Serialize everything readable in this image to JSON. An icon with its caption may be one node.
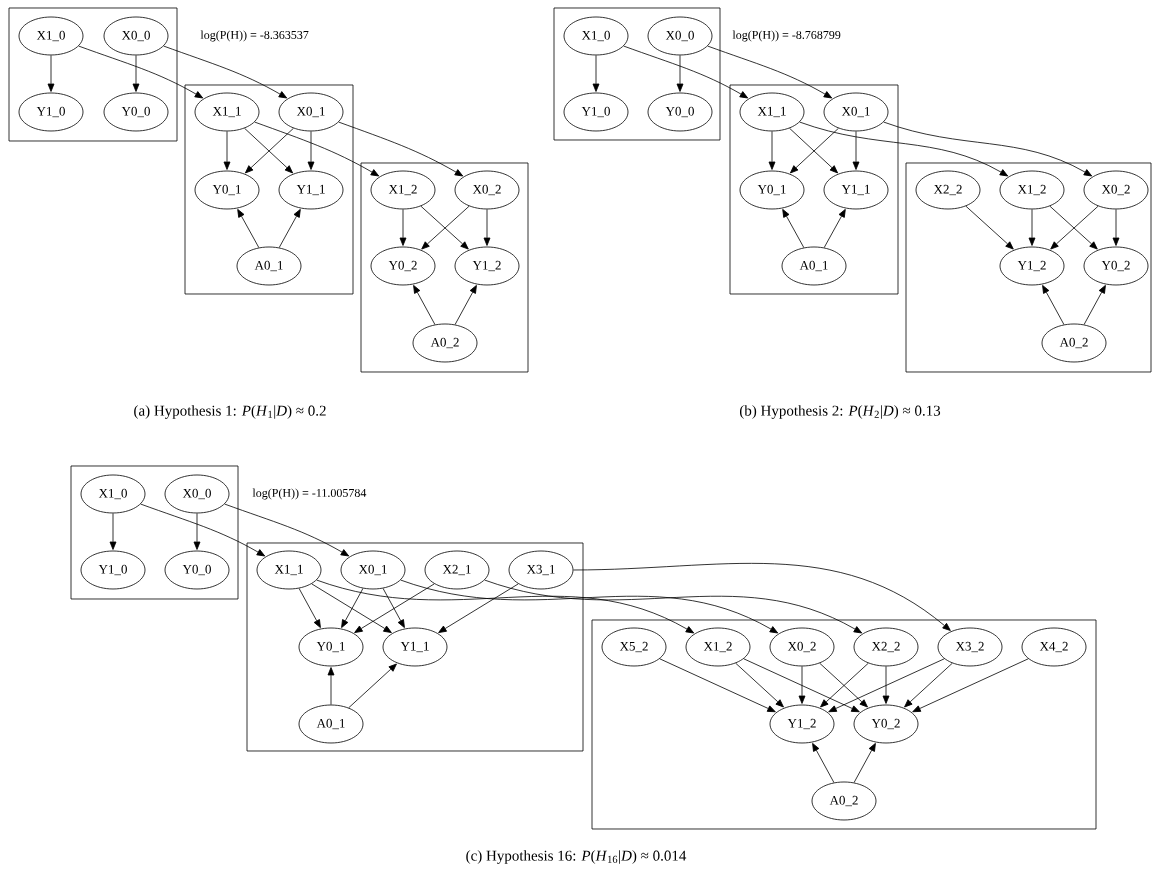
{
  "diagram": {
    "nodes": [
      {
        "text": [],
        "shape": "box"
      },
      {
        "text": [
          "X1_0"
        ],
        "in": 0
      },
      {
        "text": [
          "X0_0"
        ],
        "in": 0
      },
      {
        "text": [
          "Y1_0"
        ],
        "in": 0
      },
      {
        "text": [
          "Y0_0"
        ],
        "in": 0
      },
      {
        "text": [],
        "shape": "box"
      },
      {
        "text": [
          "X1_1"
        ],
        "in": 5
      },
      {
        "text": [
          "X0_1"
        ],
        "in": 5
      },
      {
        "text": [
          "Y0_1"
        ],
        "in": 5
      },
      {
        "text": [
          "Y1_1"
        ],
        "in": 5
      },
      {
        "text": [
          "A0_1"
        ],
        "in": 5
      },
      {
        "text": [],
        "shape": "box"
      },
      {
        "text": [
          "X1_2"
        ],
        "in": 11
      },
      {
        "text": [
          "X0_2"
        ],
        "in": 11
      },
      {
        "text": [
          "Y0_2"
        ],
        "in": 11
      },
      {
        "text": [
          "Y1_2"
        ],
        "in": 11
      },
      {
        "text": [
          "A0_2"
        ],
        "in": 11
      },
      {
        "text": [],
        "shape": "box"
      },
      {
        "text": [
          "X1_0"
        ],
        "in": 17
      },
      {
        "text": [
          "X0_0"
        ],
        "in": 17
      },
      {
        "text": [
          "Y1_0"
        ],
        "in": 17
      },
      {
        "text": [
          "Y0_0"
        ],
        "in": 17
      },
      {
        "text": [],
        "shape": "box"
      },
      {
        "text": [
          "X1_1"
        ],
        "in": 22
      },
      {
        "text": [
          "X0_1"
        ],
        "in": 22
      },
      {
        "text": [
          "Y0_1"
        ],
        "in": 22
      },
      {
        "text": [
          "Y1_1"
        ],
        "in": 22
      },
      {
        "text": [
          "A0_1"
        ],
        "in": 22
      },
      {
        "text": [],
        "shape": "box"
      },
      {
        "text": [
          "X2_2"
        ],
        "in": 28
      },
      {
        "text": [
          "X1_2"
        ],
        "in": 28
      },
      {
        "text": [
          "X0_2"
        ],
        "in": 28
      },
      {
        "text": [
          "Y1_2"
        ],
        "in": 28
      },
      {
        "text": [
          "Y0_2"
        ],
        "in": 28
      },
      {
        "text": [
          "A0_2"
        ],
        "in": 28
      },
      {
        "text": [],
        "shape": "box"
      },
      {
        "text": [
          "X1_0"
        ],
        "in": 35
      },
      {
        "text": [
          "X0_0"
        ],
        "in": 35
      },
      {
        "text": [
          "Y1_0"
        ],
        "in": 35
      },
      {
        "text": [
          "Y0_0"
        ],
        "in": 35
      },
      {
        "text": [],
        "shape": "box"
      },
      {
        "text": [
          "X1_1"
        ],
        "in": 40
      },
      {
        "text": [
          "X0_1"
        ],
        "in": 40
      },
      {
        "text": [
          "X2_1"
        ],
        "in": 40
      },
      {
        "text": [
          "X3_1"
        ],
        "in": 40
      },
      {
        "text": [
          "Y0_1"
        ],
        "in": 40
      },
      {
        "text": [
          "Y1_1"
        ],
        "in": 40
      },
      {
        "text": [
          "A0_1"
        ],
        "in": 40
      },
      {
        "text": [],
        "shape": "box"
      },
      {
        "text": [
          "X5_2"
        ],
        "in": 48
      },
      {
        "text": [
          "X1_2"
        ],
        "in": 48
      },
      {
        "text": [
          "X0_2"
        ],
        "in": 48
      },
      {
        "text": [
          "X2_2"
        ],
        "in": 48
      },
      {
        "text": [
          "X3_2"
        ],
        "in": 48
      },
      {
        "text": [
          "X4_2"
        ],
        "in": 48
      },
      {
        "text": [
          "Y1_2"
        ],
        "in": 48
      },
      {
        "text": [
          "Y0_2"
        ],
        "in": 48
      },
      {
        "text": [
          "A0_2"
        ],
        "in": 48
      }
    ],
    "edges": [
      {
        "from": 1,
        "to": 3,
        "arrow": "to"
      },
      {
        "from": 2,
        "to": 4,
        "arrow": "to"
      },
      {
        "from": 1,
        "to": 6,
        "arrow": "to"
      },
      {
        "from": 2,
        "to": 7,
        "arrow": "to"
      },
      {
        "from": 6,
        "to": 8,
        "arrow": "to"
      },
      {
        "from": 6,
        "to": 9,
        "arrow": "to"
      },
      {
        "from": 7,
        "to": 8,
        "arrow": "to"
      },
      {
        "from": 7,
        "to": 9,
        "arrow": "to"
      },
      {
        "from": 10,
        "to": 8,
        "arrow": "to"
      },
      {
        "from": 10,
        "to": 9,
        "arrow": "to"
      },
      {
        "from": 6,
        "to": 12,
        "arrow": "to"
      },
      {
        "from": 7,
        "to": 13,
        "arrow": "to"
      },
      {
        "from": 12,
        "to": 14,
        "arrow": "to"
      },
      {
        "from": 12,
        "to": 15,
        "arrow": "to"
      },
      {
        "from": 13,
        "to": 14,
        "arrow": "to"
      },
      {
        "from": 13,
        "to": 15,
        "arrow": "to"
      },
      {
        "from": 16,
        "to": 14,
        "arrow": "to"
      },
      {
        "from": 16,
        "to": 15,
        "arrow": "to"
      },
      {
        "from": 18,
        "to": 20,
        "arrow": "to"
      },
      {
        "from": 19,
        "to": 21,
        "arrow": "to"
      },
      {
        "from": 18,
        "to": 23,
        "arrow": "to"
      },
      {
        "from": 19,
        "to": 24,
        "arrow": "to"
      },
      {
        "from": 23,
        "to": 25,
        "arrow": "to"
      },
      {
        "from": 23,
        "to": 26,
        "arrow": "to"
      },
      {
        "from": 24,
        "to": 25,
        "arrow": "to"
      },
      {
        "from": 24,
        "to": 26,
        "arrow": "to"
      },
      {
        "from": 27,
        "to": 25,
        "arrow": "to"
      },
      {
        "from": 27,
        "to": 26,
        "arrow": "to"
      },
      {
        "from": 23,
        "to": 30,
        "arrow": "to"
      },
      {
        "from": 24,
        "to": 31,
        "arrow": "to"
      },
      {
        "from": 29,
        "to": 32,
        "arrow": "to"
      },
      {
        "from": 30,
        "to": 32,
        "arrow": "to"
      },
      {
        "from": 30,
        "to": 33,
        "arrow": "to"
      },
      {
        "from": 31,
        "to": 32,
        "arrow": "to"
      },
      {
        "from": 31,
        "to": 33,
        "arrow": "to"
      },
      {
        "from": 34,
        "to": 32,
        "arrow": "to"
      },
      {
        "from": 34,
        "to": 33,
        "arrow": "to"
      },
      {
        "from": 36,
        "to": 38,
        "arrow": "to"
      },
      {
        "from": 37,
        "to": 39,
        "arrow": "to"
      },
      {
        "from": 36,
        "to": 41,
        "arrow": "to"
      },
      {
        "from": 37,
        "to": 42,
        "arrow": "to"
      },
      {
        "from": 41,
        "to": 45,
        "arrow": "to"
      },
      {
        "from": 41,
        "to": 46,
        "arrow": "to"
      },
      {
        "from": 42,
        "to": 45,
        "arrow": "to"
      },
      {
        "from": 42,
        "to": 46,
        "arrow": "to"
      },
      {
        "from": 43,
        "to": 45,
        "arrow": "to"
      },
      {
        "from": 44,
        "to": 46,
        "arrow": "to"
      },
      {
        "from": 47,
        "to": 45,
        "arrow": "to"
      },
      {
        "from": 47,
        "to": 46,
        "arrow": "to"
      },
      {
        "from": 41,
        "to": 50,
        "arrow": "to"
      },
      {
        "from": 42,
        "to": 51,
        "arrow": "to"
      },
      {
        "from": 43,
        "to": 52,
        "arrow": "to"
      },
      {
        "from": 44,
        "to": 53,
        "arrow": "to"
      },
      {
        "from": 49,
        "to": 55,
        "arrow": "to"
      },
      {
        "from": 50,
        "to": 55,
        "arrow": "to"
      },
      {
        "from": 50,
        "to": 56,
        "arrow": "to"
      },
      {
        "from": 51,
        "to": 55,
        "arrow": "to"
      },
      {
        "from": 51,
        "to": 56,
        "arrow": "to"
      },
      {
        "from": 52,
        "to": 55,
        "arrow": "to"
      },
      {
        "from": 52,
        "to": 56,
        "arrow": "to"
      },
      {
        "from": 53,
        "to": 55,
        "arrow": "to"
      },
      {
        "from": 53,
        "to": 56,
        "arrow": "to"
      },
      {
        "from": 54,
        "to": 56,
        "arrow": "to"
      },
      {
        "from": 57,
        "to": 55,
        "arrow": "to"
      },
      {
        "from": 57,
        "to": 56,
        "arrow": "to"
      }
    ],
    "labels": [
      "log(P(H)) = -8.363537",
      "log(P(H)) = -8.768799",
      "(a) Hypothesis 1: *P*(*H*$_{1}$|*D*) ≈ 0.2",
      "(b) Hypothesis 2: *P*(*H*$_{2}$|*D*) ≈ 0.13",
      "log(P(H)) = -11.005784",
      "(c) Hypothesis 16: *P*(*H*$_{16}$|*D*) ≈ 0.014"
    ]
  }
}
